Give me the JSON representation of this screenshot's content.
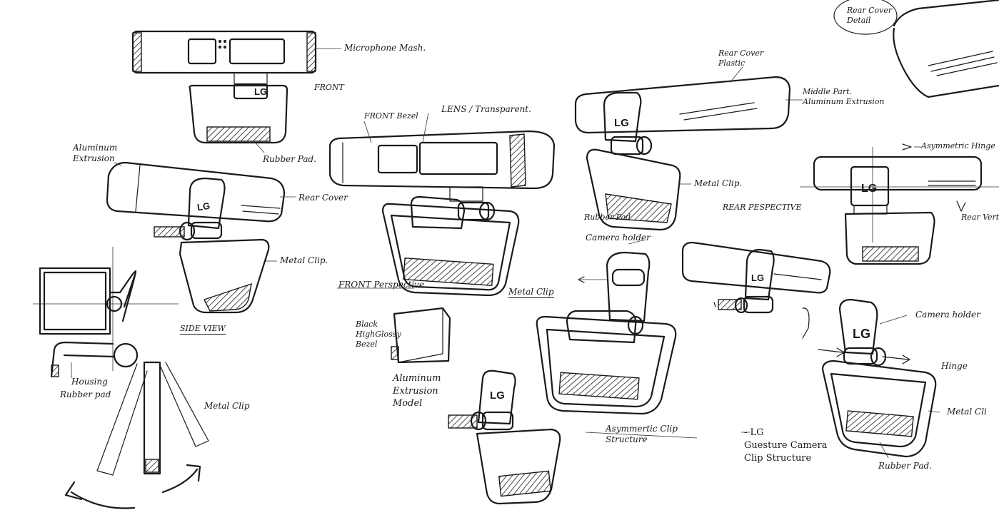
{
  "sketch": {
    "title_block": "- LG\nGuesture Camera\nClip Structure",
    "logo_text": "LG",
    "labels": {
      "rear_cover_detail": "Rear Cover\nDetail",
      "microphone_mesh": "Microphone Mash.",
      "front": "FRONT",
      "rubber_pad_top": "Rubber Pad.",
      "aluminum_extrusion_left": "Aluminum\nExtrusion",
      "rear_cover_left": "Rear Cover",
      "metal_clip_left": "Metal Clip.",
      "side_view": "SIDE VIEW",
      "housing": "Housing",
      "rubber_pad_side": "Rubber pad",
      "metal_clip_side": "Metal Clip",
      "front_bezel": "FRONT Bezel",
      "lens": "LENS / Transparent.",
      "front_perspective": "FRONT Perspective",
      "metal_clip_center": "Metal Clip",
      "black_glossy": "Black\nHighGlossy\nBezel",
      "aluminum_model": "Aluminum\nExtrusion\nModel",
      "rear_cover_plastic": "Rear Cover\nPlastic",
      "middle_part": "Middle Part.\nAluminum Extrusion",
      "metal_clip_rear": "Metal Clip.",
      "rubber_pad_rear": "Rubber Pad",
      "rear_perspective": "REAR PESPECTIVE",
      "camera_holder_center": "Camera holder",
      "asymmetric_clip": "Asymmertic Clip\nStructure",
      "asymmetric_hinge": "Asymmetric Hinge",
      "rear_vertical": "Rear Verti",
      "camera_holder_right": "Camera holder",
      "hinge": "Hinge",
      "metal_clip_right": "Metal Cli",
      "rubber_pad_right": "Rubber Pad."
    }
  }
}
